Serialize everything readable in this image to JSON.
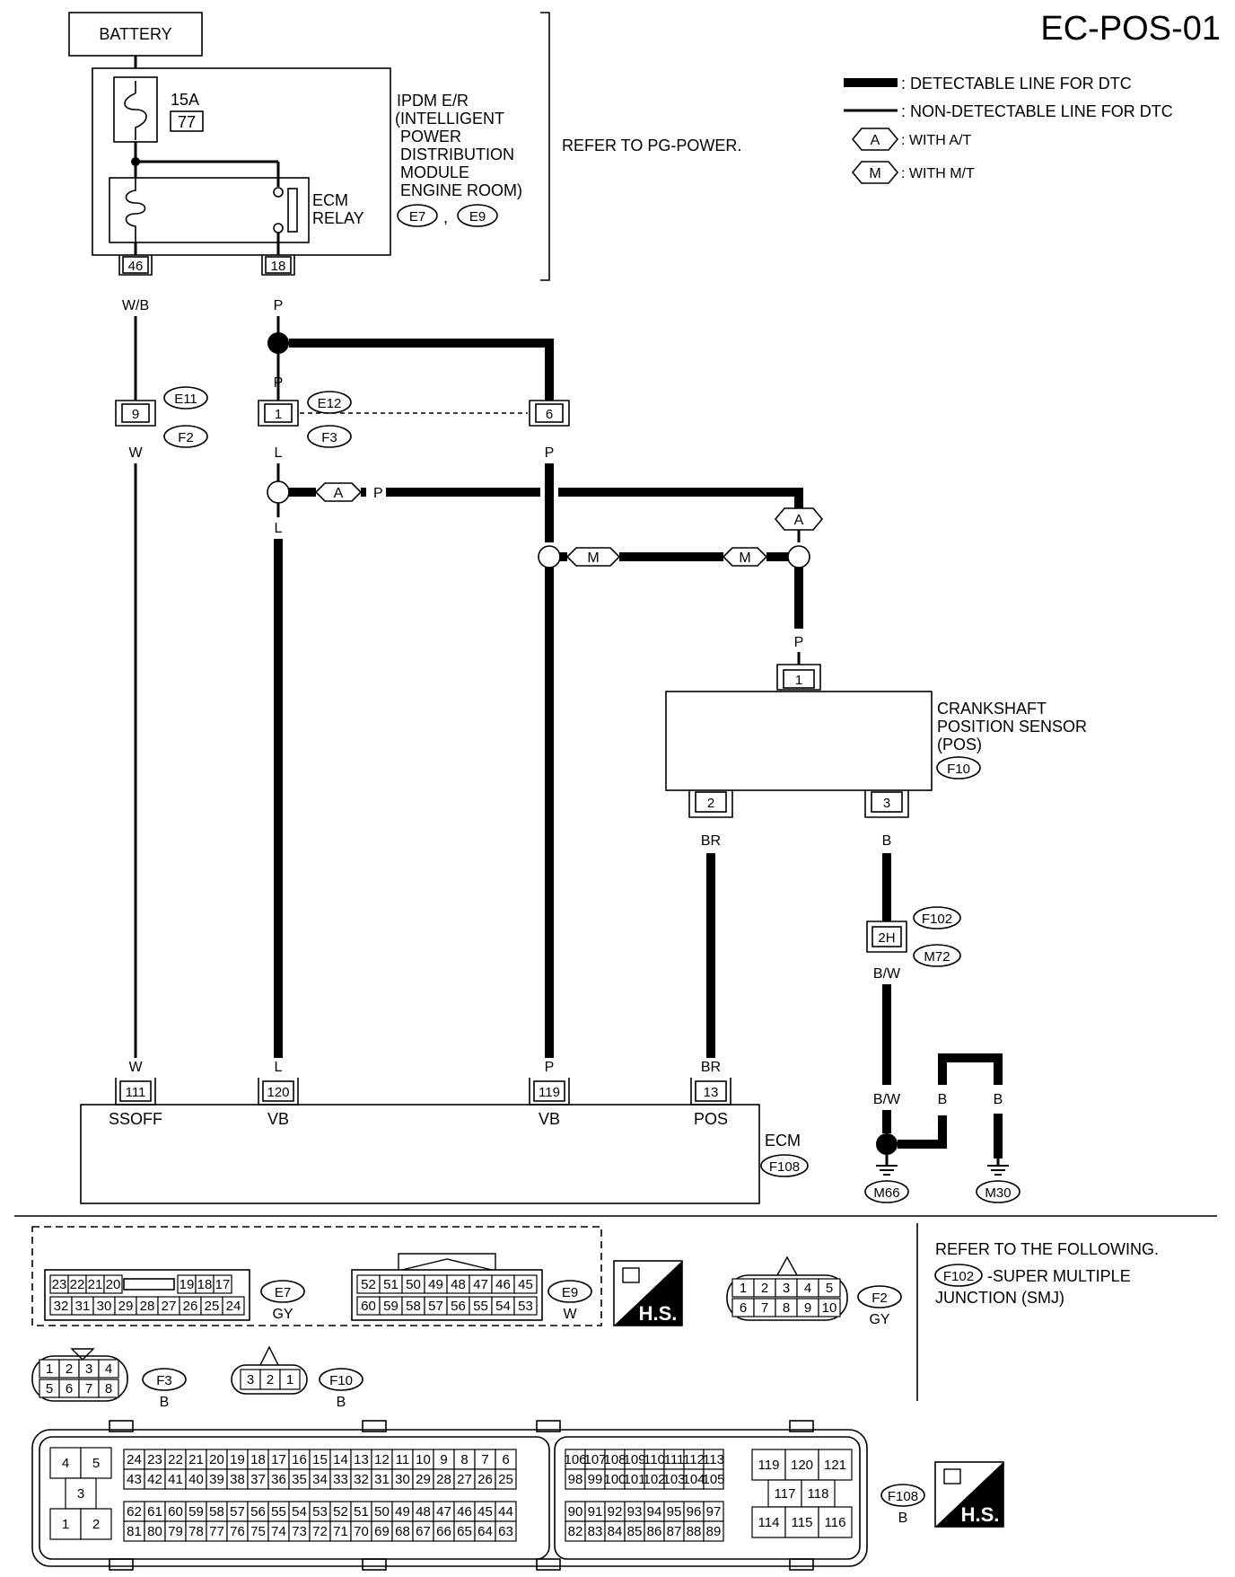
{
  "title": "EC-POS-01",
  "legend": {
    "detectable": ": DETECTABLE LINE FOR DTC",
    "non_detectable": ": NON-DETECTABLE LINE FOR DTC",
    "at_tag": "A",
    "at_text": ": WITH A/T",
    "mt_tag": "M",
    "mt_text": ": WITH M/T"
  },
  "battery": "BATTERY",
  "fuse": {
    "rating": "15A",
    "number": "77"
  },
  "ipdm": {
    "lines": [
      "IPDM E/R",
      "(INTELLIGENT",
      "POWER",
      "DISTRIBUTION",
      "MODULE",
      "ENGINE ROOM)"
    ],
    "connectors": [
      "E7",
      "E9"
    ],
    "comma": ","
  },
  "ecm_relay": [
    "ECM",
    "RELAY"
  ],
  "refer_pg": "REFER TO PG-POWER.",
  "terminals": {
    "ipdm_46": "46",
    "ipdm_18": "18",
    "e11_9": "9",
    "e12_1": "1",
    "e12_6": "6",
    "pos_1": "1",
    "pos_2": "2",
    "pos_3": "3",
    "f102_2h": "2H",
    "ecm_111": "111",
    "ecm_120": "120",
    "ecm_119": "119",
    "ecm_13": "13"
  },
  "connector_tags": {
    "e11": "E11",
    "f2": "F2",
    "e12": "E12",
    "f3": "F3",
    "f10": "F10",
    "f102": "F102",
    "m72": "M72",
    "f108": "F108",
    "m66": "M66",
    "m30": "M30"
  },
  "wire_colors": {
    "wb": "W/B",
    "p_top": "P",
    "p_left": "P",
    "p_right": "P",
    "p_mid": "P",
    "w_mid": "W",
    "l_mid": "L",
    "l_low": "L",
    "p_a": "P",
    "p_pos": "P",
    "br": "BR",
    "b": "B",
    "bw": "B/W",
    "w_ecm": "W",
    "l_ecm": "L",
    "p_ecm": "P",
    "br_ecm": "BR",
    "bw_gnd": "B/W",
    "b_gnd1": "B",
    "b_gnd2": "B"
  },
  "option_tags": {
    "a1": "A",
    "a2": "A",
    "m1": "M",
    "m2": "M"
  },
  "pos_sensor": [
    "CRANKSHAFT",
    "POSITION SENSOR",
    "(POS)"
  ],
  "ecm": {
    "name": "ECM",
    "pins": [
      "SSOFF",
      "VB",
      "VB",
      "POS"
    ]
  },
  "connectors_panel": {
    "e7": {
      "tag": "E7",
      "color": "GY",
      "row1": [
        "23",
        "22",
        "21",
        "20",
        "",
        "19",
        "18",
        "17"
      ],
      "row2": [
        "32",
        "31",
        "30",
        "29",
        "28",
        "27",
        "26",
        "25",
        "24"
      ]
    },
    "e9": {
      "tag": "E9",
      "color": "W",
      "row1": [
        "52",
        "51",
        "50",
        "49",
        "48",
        "47",
        "46",
        "45"
      ],
      "row2": [
        "60",
        "59",
        "58",
        "57",
        "56",
        "55",
        "54",
        "53"
      ]
    },
    "hs": "H.S.",
    "f2": {
      "tag": "F2",
      "color": "GY",
      "row1": [
        "1",
        "2",
        "3",
        "4",
        "5"
      ],
      "row2": [
        "6",
        "7",
        "8",
        "9",
        "10"
      ]
    },
    "f3": {
      "tag": "F3",
      "color": "B",
      "row1": [
        "1",
        "2",
        "3",
        "4"
      ],
      "row2": [
        "5",
        "6",
        "7",
        "8"
      ]
    },
    "f10": {
      "tag": "F10",
      "color": "B",
      "pins": [
        "3",
        "2",
        "1"
      ]
    },
    "refer": {
      "line1": "REFER TO THE FOLLOWING.",
      "tag": "F102",
      "line2": "-SUPER MULTIPLE",
      "line3": "JUNCTION (SMJ)"
    },
    "f108": {
      "tag": "F108",
      "color": "B",
      "left_block": [
        "4",
        "5",
        "3",
        "1",
        "2"
      ],
      "mid_top1": [
        "24",
        "23",
        "22",
        "21",
        "20",
        "19",
        "18",
        "17",
        "16",
        "15",
        "14",
        "13",
        "12",
        "11",
        "10",
        "9",
        "8",
        "7",
        "6"
      ],
      "mid_top2": [
        "43",
        "42",
        "41",
        "40",
        "39",
        "38",
        "37",
        "36",
        "35",
        "34",
        "33",
        "32",
        "31",
        "30",
        "29",
        "28",
        "27",
        "26",
        "25"
      ],
      "mid_bot1": [
        "62",
        "61",
        "60",
        "59",
        "58",
        "57",
        "56",
        "55",
        "54",
        "53",
        "52",
        "51",
        "50",
        "49",
        "48",
        "47",
        "46",
        "45",
        "44"
      ],
      "mid_bot2": [
        "81",
        "80",
        "79",
        "78",
        "77",
        "76",
        "75",
        "74",
        "73",
        "72",
        "71",
        "70",
        "69",
        "68",
        "67",
        "66",
        "65",
        "64",
        "63"
      ],
      "right_top1": [
        "106",
        "107",
        "108",
        "109",
        "110",
        "111",
        "112",
        "113"
      ],
      "right_top2": [
        "98",
        "99",
        "100",
        "101",
        "102",
        "103",
        "104",
        "105"
      ],
      "right_bot1": [
        "90",
        "91",
        "92",
        "93",
        "94",
        "95",
        "96",
        "97"
      ],
      "right_bot2": [
        "82",
        "83",
        "84",
        "85",
        "86",
        "87",
        "88",
        "89"
      ],
      "far_right": [
        "119",
        "120",
        "121",
        "117",
        "118",
        "114",
        "115",
        "116"
      ]
    }
  }
}
